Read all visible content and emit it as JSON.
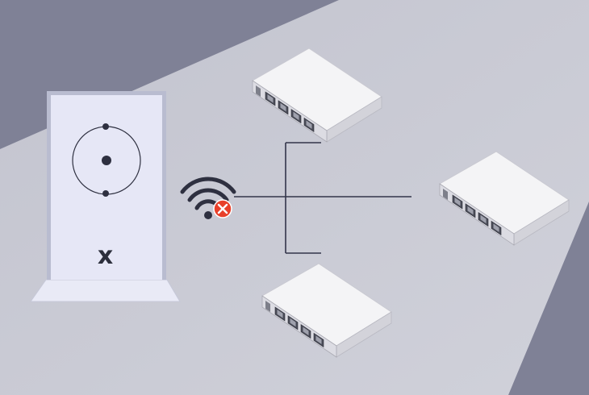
{
  "diagram": {
    "router": {
      "brand_mark": "x",
      "status": "offline"
    },
    "wifi_status": {
      "icon": "wifi-icon",
      "badge_icon": "error-x-icon",
      "badge_color": "#e8402a"
    },
    "switches": [
      {
        "ports": 4,
        "position": "top"
      },
      {
        "ports": 4,
        "position": "right"
      },
      {
        "ports": 4,
        "position": "bottom"
      }
    ],
    "colors": {
      "background_dark": "#7f8196",
      "spotlight": "#c9cad4",
      "router_face": "#e7e8f6",
      "router_edge": "#b8bbd0",
      "line": "#33354a",
      "switch_top": "#f4f4f6",
      "switch_side": "#d3d3da",
      "switch_front": "#dcdce3",
      "port": "#4a4c58"
    }
  }
}
